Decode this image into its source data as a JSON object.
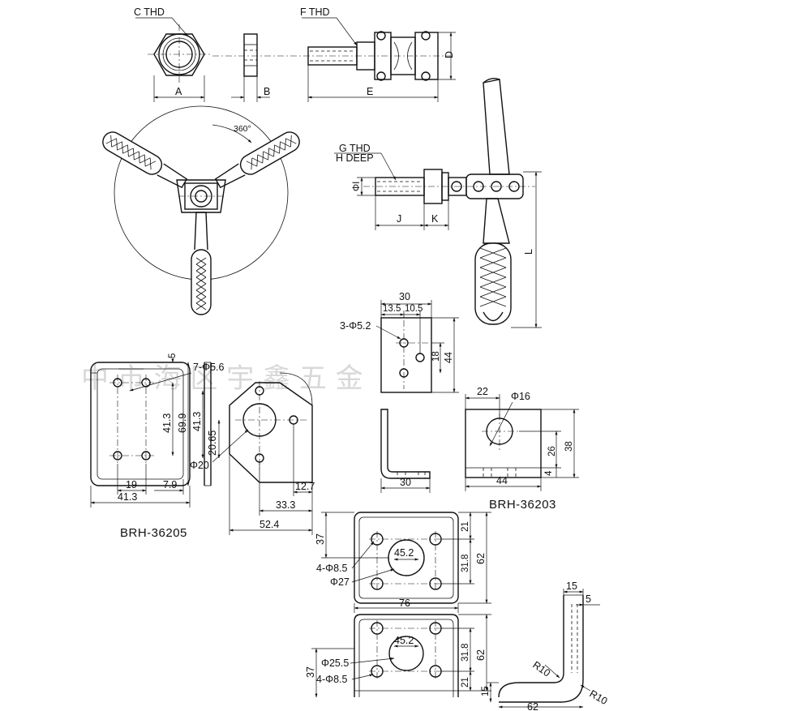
{
  "watermark": "中 市 海 区 宇 鑫 五 金",
  "top_views": {
    "labels": {
      "c_thd": "C THD",
      "f_thd": "F THD",
      "a": "A",
      "b": "B",
      "d": "D",
      "e": "E"
    }
  },
  "handle_view": {
    "rotation_label": "360°",
    "labels": {
      "g_thd": "G THD",
      "h_deep": "H DEEP",
      "phi_i": "ΦI",
      "j": "J",
      "k": "K",
      "l": "L"
    }
  },
  "brh36205": {
    "model": "BRH-36205",
    "dims": {
      "d5": "5",
      "holes": "7-Φ5.6",
      "d41_3_a": "41.3",
      "d69_9": "69.9",
      "d41_3_b": "41.3",
      "d20_65": "20.65",
      "phi20": "Φ20",
      "d19": "19",
      "d7_9": "7.9",
      "d41_3_c": "41.3",
      "d12_7": "12.7",
      "d33_3": "33.3",
      "d52_4": "52.4"
    }
  },
  "brh36203": {
    "model": "BRH-36203",
    "dims": {
      "d30_top": "30",
      "d13_5": "13.5",
      "d10_5": "10.5",
      "holes": "3-Φ5.2",
      "d18": "18",
      "d44_v": "44",
      "d22": "22",
      "phi16": "Φ16",
      "d26": "26",
      "d38": "38",
      "d4": "4",
      "d44_h": "44",
      "d30_side": "30"
    }
  },
  "plate_a": {
    "dims": {
      "d37": "37",
      "d21": "21",
      "d45_2": "45.2",
      "d31_8": "31.8",
      "d62": "62",
      "holes": "4-Φ8.5",
      "phi27": "Φ27",
      "d76": "76"
    }
  },
  "plate_b": {
    "dims": {
      "d45_2": "45.2",
      "d31_8": "31.8",
      "d62": "62",
      "d37": "37",
      "phi25_5": "Φ25.5",
      "holes": "4-Φ8.5",
      "d21": "21"
    }
  },
  "bracket": {
    "dims": {
      "d15_top": "15",
      "d5": "5",
      "r10_a": "R10",
      "r10_b": "R10",
      "d15_left": "15",
      "d62": "62"
    }
  }
}
